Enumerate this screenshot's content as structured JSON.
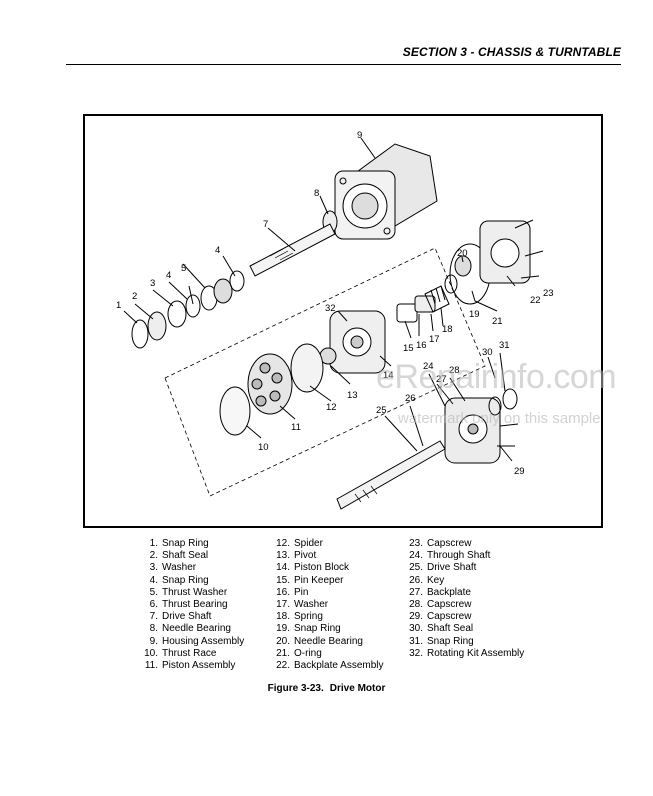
{
  "header": {
    "section": "SECTION 3 - CHASSIS & TURNTABLE"
  },
  "figure": {
    "callouts": [
      "1",
      "2",
      "3",
      "4",
      "5",
      "4",
      "7",
      "8",
      "9",
      "20",
      "22",
      "23",
      "32",
      "19",
      "21",
      "15",
      "16",
      "17",
      "18",
      "14",
      "13",
      "12",
      "11",
      "10",
      "24",
      "27",
      "28",
      "30",
      "31",
      "25",
      "26",
      "29"
    ],
    "caption_label": "Figure 3-23.",
    "caption_title": "Drive Motor"
  },
  "legend": {
    "col1": [
      {
        "num": "1.",
        "label": "Snap Ring"
      },
      {
        "num": "2.",
        "label": "Shaft Seal"
      },
      {
        "num": "3.",
        "label": "Washer"
      },
      {
        "num": "4.",
        "label": "Snap Ring"
      },
      {
        "num": "5.",
        "label": "Thrust Washer"
      },
      {
        "num": "6.",
        "label": "Thrust Bearing"
      },
      {
        "num": "7.",
        "label": "Drive Shaft"
      },
      {
        "num": "8.",
        "label": "Needle Bearing"
      },
      {
        "num": "9.",
        "label": "Housing Assembly"
      },
      {
        "num": "10.",
        "label": "Thrust Race"
      },
      {
        "num": "11.",
        "label": "Piston Assembly"
      }
    ],
    "col2": [
      {
        "num": "12.",
        "label": "Spider"
      },
      {
        "num": "13.",
        "label": "Pivot"
      },
      {
        "num": "14.",
        "label": "Piston Block"
      },
      {
        "num": "15.",
        "label": "Pin Keeper"
      },
      {
        "num": "16.",
        "label": "Pin"
      },
      {
        "num": "17.",
        "label": "Washer"
      },
      {
        "num": "18.",
        "label": "Spring"
      },
      {
        "num": "19.",
        "label": "Snap Ring"
      },
      {
        "num": "20.",
        "label": "Needle Bearing"
      },
      {
        "num": "21.",
        "label": "O-ring"
      },
      {
        "num": "22.",
        "label": "Backplate Assembly"
      }
    ],
    "col3": [
      {
        "num": "23.",
        "label": "Capscrew"
      },
      {
        "num": "24.",
        "label": "Through Shaft"
      },
      {
        "num": "25.",
        "label": "Drive Shaft"
      },
      {
        "num": "26.",
        "label": "Key"
      },
      {
        "num": "27.",
        "label": "Backplate"
      },
      {
        "num": "28.",
        "label": "Capscrew"
      },
      {
        "num": "29.",
        "label": "Capscrew"
      },
      {
        "num": "30.",
        "label": "Shaft Seal"
      },
      {
        "num": "31.",
        "label": "Snap Ring"
      },
      {
        "num": "32.",
        "label": "Rotating Kit Assembly"
      }
    ]
  },
  "watermark": {
    "main": "eRepairinfo.com",
    "sub": "watermark only on this sample"
  }
}
